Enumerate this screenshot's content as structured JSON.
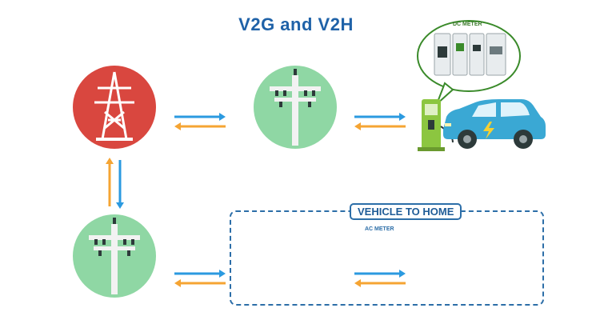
{
  "title": "V2G and V2H",
  "vehicle_to_home_label": "VEHICLE TO HOME",
  "dc_meter_label": "DC METER",
  "ac_meter_label": "AC METER",
  "colors": {
    "title": "#1f62a8",
    "arrow_blue": "#2b9ae0",
    "arrow_orange": "#f5a433",
    "grid_circle": "#d9473f",
    "pole_circle": "#8fd7a4",
    "car": "#3aa8d4",
    "charger": "#8cc640",
    "frame": "#2c6ea8"
  },
  "icons": [
    "transmission-tower-icon",
    "utility-pole-icon",
    "ev-charger-icon",
    "electric-car-icon",
    "house-icon",
    "ac-meter-icon",
    "dc-meter-icon",
    "wall-charger-icon"
  ]
}
